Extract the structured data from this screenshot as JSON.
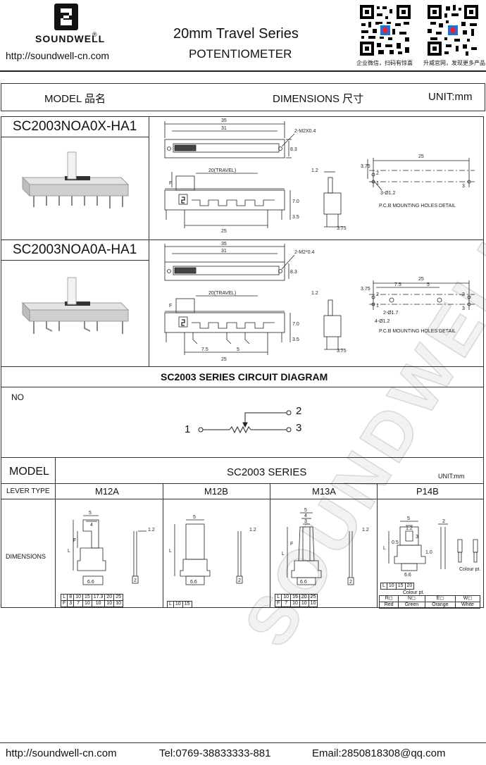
{
  "header": {
    "brand": "SOUNDWELL",
    "registered": "®",
    "url": "http://soundwell-cn.com",
    "title": "20mm Travel Series",
    "subtitle": "POTENTIOMETER",
    "qr1_caption": "企业微信，扫码有惊喜",
    "qr2_caption": "升威官网，发现更多产品"
  },
  "table_header": {
    "model": "MODEL 品名",
    "dimensions": "DIMENSIONS 尺寸",
    "unit": "UNIT:mm"
  },
  "models": [
    {
      "name": "SC2003NOA0X-HA1",
      "screw": "2-M2X0.4",
      "holes": "3-Ø1.2"
    },
    {
      "name": "SC2003NOA0A-HA1",
      "screw": "2-M2*0.4",
      "holes": "4-Ø1.2",
      "holes2": "2-Ø1.7"
    }
  ],
  "dims": {
    "d35": "35",
    "d31": "31",
    "d83": "8.3",
    "travel": "20(TRAVEL)",
    "f": "F",
    "d70": "7.0",
    "d35b": "3.5",
    "d25": "25",
    "d12": "1.2",
    "d375": "3.75",
    "d75": "7.5",
    "d5": "5",
    "pcb": "P.C.B MOUNTING HOLES DETAIL",
    "p1": "1",
    "p2": "2",
    "p3": "3"
  },
  "circuit": {
    "title": "SC2003 SERIES  CIRCUIT DIAGRAM",
    "no": "NO",
    "pin1": "1",
    "pin2": "2",
    "pin3": "3"
  },
  "lever": {
    "model_label": "MODEL",
    "series": "SC2003 SERIES",
    "unit": "UNIT:mm",
    "lever_type": "LEVER TYPE",
    "dimensions": "DIMENSIONS",
    "types": [
      "M12A",
      "M12B",
      "M13A",
      "P14B"
    ],
    "m12a_table": {
      "L": [
        "L",
        "8",
        "10",
        "15",
        "17.3",
        "20",
        "25"
      ],
      "F": [
        "F",
        "3",
        "7",
        "10",
        "10",
        "10",
        "10"
      ]
    },
    "m12b_table": {
      "L": [
        "L",
        "10",
        "15"
      ]
    },
    "m13a_table": {
      "L": [
        "L",
        "10",
        "15",
        "20",
        "25"
      ],
      "F": [
        "F",
        "7",
        "10",
        "10",
        "10"
      ]
    },
    "p14b_table": {
      "L": [
        "L",
        "10",
        "15",
        "20"
      ],
      "colour_pt": "Colour pt.",
      "codes": [
        "R◻",
        "N◻",
        "E◻",
        "W◻"
      ],
      "colours": [
        "Red",
        "Green",
        "Orange",
        "White"
      ]
    },
    "p14b_colour_note": "Colour pt.",
    "m12a_dims": {
      "w5": "5",
      "w4": "4",
      "l": "L",
      "f": "F",
      "b": "6.6",
      "s12": "1.2",
      "s2": "2"
    },
    "m12b_dims": {
      "w5": "5",
      "l": "L",
      "b": "6.6",
      "s12": "1.2",
      "s2": "2"
    },
    "m13a_dims": {
      "w5": "5",
      "w4": "4",
      "w3": "3",
      "l": "L",
      "f": "F",
      "b": "6.6",
      "s12": "1.2",
      "s2": "2"
    },
    "p14b_dims": {
      "w5": "5",
      "w12": "1.2",
      "h3": "3",
      "h05": "0.5",
      "h10": "1.0",
      "l": "L",
      "b": "6.6",
      "s2": "2"
    }
  },
  "watermark": "SOUNDWELL",
  "footer": {
    "url": "http://soundwell-cn.com",
    "tel": "Tel:0769-38833333-881",
    "email": "Email:2850818308@qq.com"
  }
}
